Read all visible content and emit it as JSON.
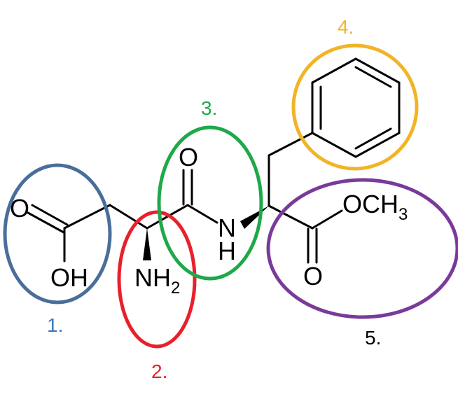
{
  "atoms": {
    "o_acid": "O",
    "oh_acid": "OH",
    "nh2_n": "NH",
    "nh2_sub": "2",
    "o_amide": "O",
    "n_amide": "N",
    "h_amide": "H",
    "o_ester_single": "OCH",
    "o_ester_sub": "3",
    "o_ester_double": "O"
  },
  "groups": [
    {
      "label": "1.",
      "color": "#4a6e9a"
    },
    {
      "label": "2.",
      "color": "#e8202a"
    },
    {
      "label": "3.",
      "color": "#1fa84a"
    },
    {
      "label": "4.",
      "color": "#f2b426"
    },
    {
      "label": "5.",
      "color": "#7a3a9a"
    }
  ],
  "label_colors": [
    "#3a78c0",
    "#e8202a",
    "#1fa84a",
    "#f2b426",
    "#000000"
  ]
}
